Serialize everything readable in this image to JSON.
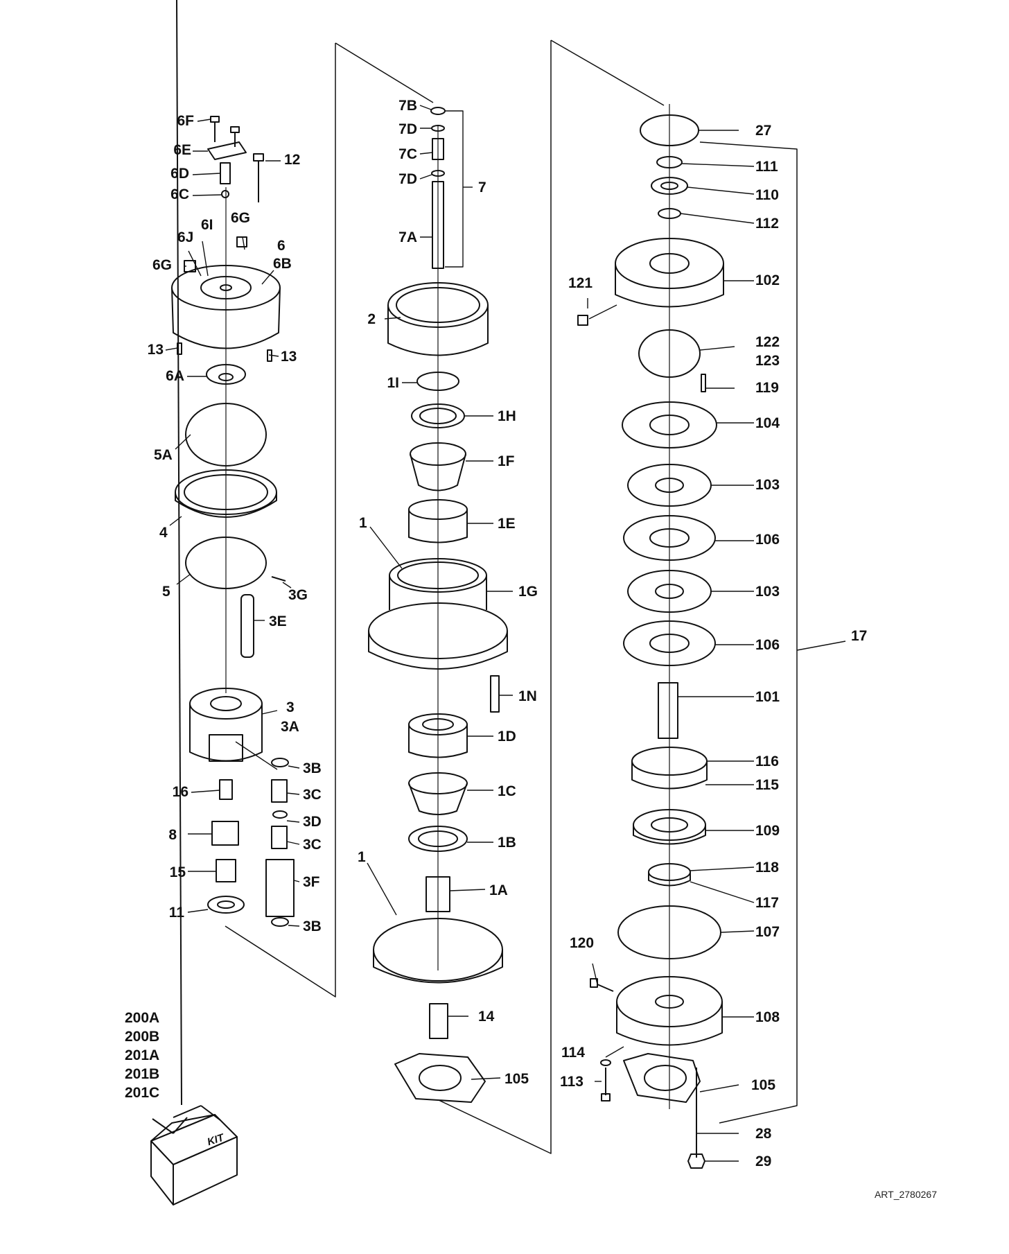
{
  "art_number": "ART_2780267",
  "kit": {
    "items": [
      "200A",
      "200B",
      "201A",
      "201B",
      "201C"
    ],
    "box_label": "KIT"
  },
  "column_left": {
    "labels": [
      "6F",
      "6E",
      "6D",
      "6C",
      "12",
      "6G",
      "6I",
      "6J",
      "6",
      "6B",
      "6G",
      "13",
      "13",
      "6A",
      "5A",
      "4",
      "5",
      "3G",
      "3E",
      "3",
      "3A",
      "3B",
      "16",
      "3C",
      "3D",
      "8",
      "3C",
      "15",
      "3F",
      "11",
      "3B"
    ]
  },
  "column_middle": {
    "labels": [
      "7B",
      "7D",
      "7C",
      "7D",
      "7",
      "7A",
      "2",
      "1I",
      "1H",
      "1F",
      "1",
      "1E",
      "1G",
      "1N",
      "1D",
      "1C",
      "1B",
      "1",
      "1A",
      "14",
      "105"
    ]
  },
  "column_right": {
    "labels": [
      "27",
      "111",
      "110",
      "112",
      "121",
      "102",
      "122",
      "123",
      "119",
      "104",
      "103",
      "106",
      "103",
      "106",
      "17",
      "101",
      "116",
      "115",
      "109",
      "118",
      "117",
      "107",
      "120",
      "108",
      "114",
      "113",
      "105",
      "28",
      "29"
    ]
  }
}
